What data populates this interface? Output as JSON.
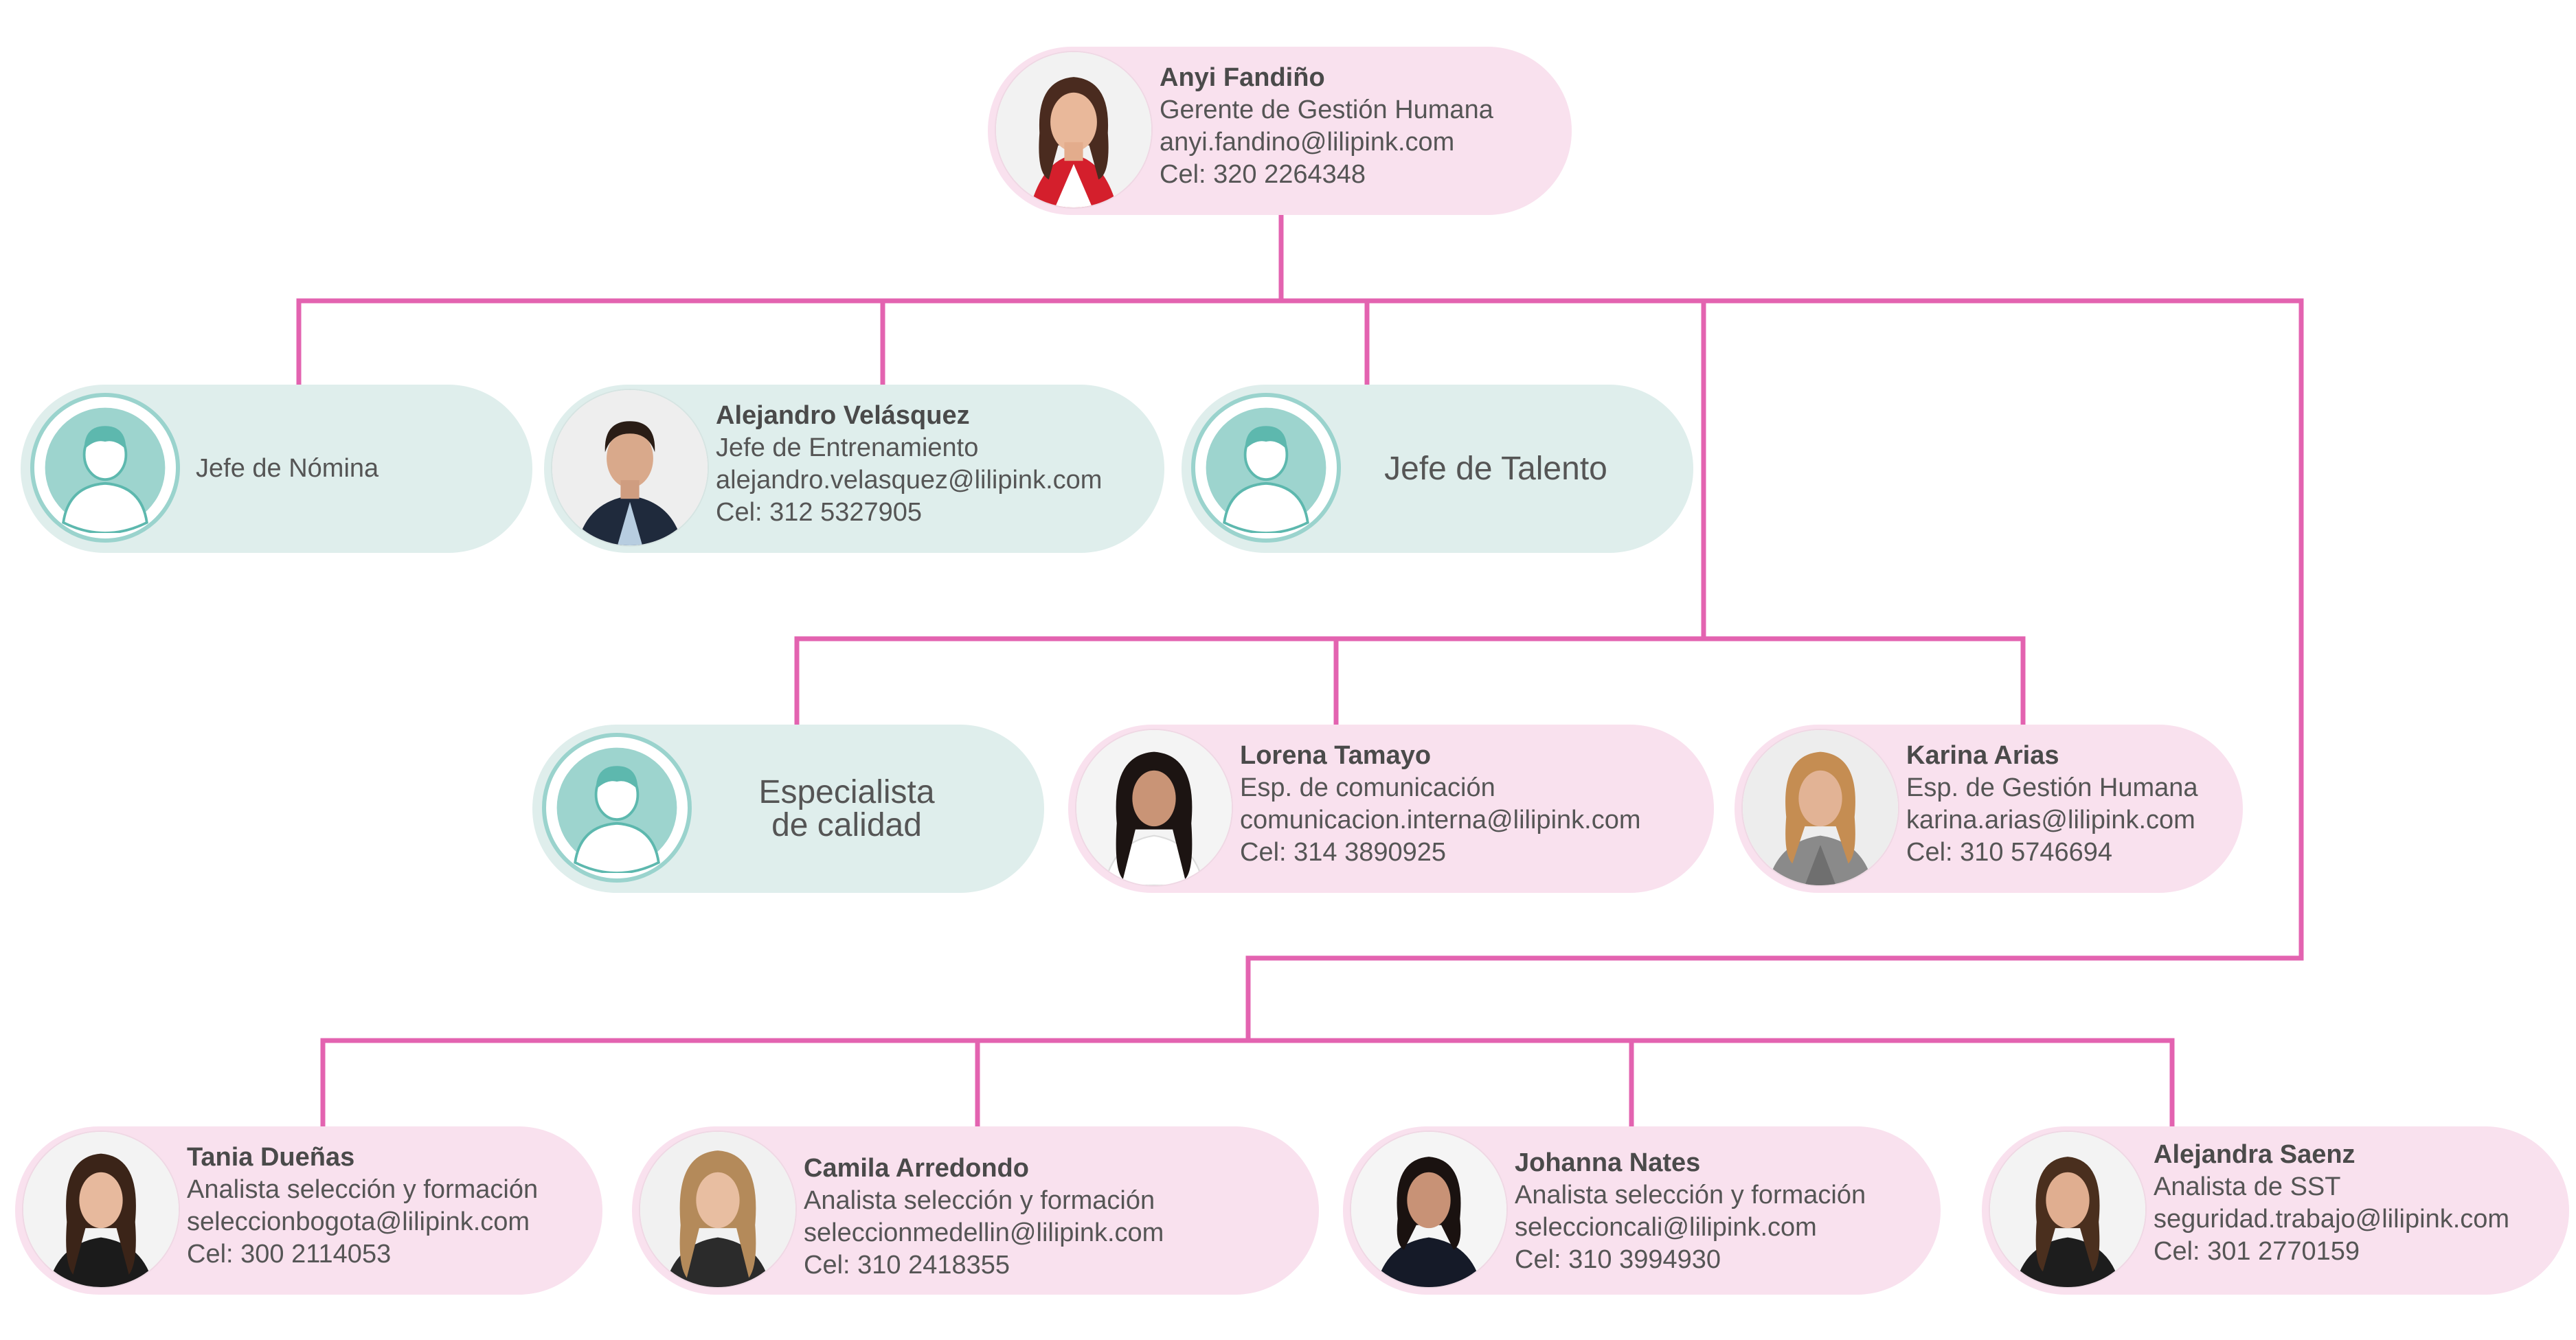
{
  "colors": {
    "connector": "#e363b0",
    "pink_card": "#f9e1ee",
    "teal_card": "#dfeeec",
    "placeholder": "#7fc5be"
  },
  "manager": {
    "name": "Anyi Fandiño",
    "role": "Gerente de Gestión Humana",
    "email": "anyi.fandino@lilipink.com",
    "phone": "Cel: 320 2264348"
  },
  "level1": {
    "nomina": {
      "label": "Jefe de Nómina"
    },
    "entrenamiento": {
      "name": "Alejandro Velásquez",
      "role": "Jefe de Entrenamiento",
      "email": "alejandro.velasquez@lilipink.com",
      "phone": "Cel: 312 5327905"
    },
    "talento": {
      "label": "Jefe de Talento"
    }
  },
  "level2": {
    "calidad": {
      "line1": "Especialista",
      "line2": "de calidad"
    },
    "lorena": {
      "name": "Lorena Tamayo",
      "role": "Esp. de comunicación",
      "email": "comunicacion.interna@lilipink.com",
      "phone": "Cel: 314 3890925"
    },
    "karina": {
      "name": "Karina Arias",
      "role": "Esp. de Gestión Humana",
      "email": "karina.arias@lilipink.com",
      "phone": "Cel: 310 5746694"
    }
  },
  "level3": {
    "tania": {
      "name": "Tania Dueñas",
      "role": "Analista selección y formación",
      "email": "seleccionbogota@lilipink.com",
      "phone": "Cel: 300 2114053"
    },
    "camila": {
      "name": "Camila Arredondo",
      "role": "Analista selección y formación",
      "email": "seleccionmedellin@lilipink.com",
      "phone": "Cel: 310 2418355"
    },
    "johanna": {
      "name": "Johanna Nates",
      "role": "Analista selección y formación",
      "email": "seleccioncali@lilipink.com",
      "phone": "Cel: 310 3994930"
    },
    "alejandra": {
      "name": "Alejandra Saenz",
      "role": "Analista de SST",
      "email": "seguridad.trabajo@lilipink.com",
      "phone": "Cel: 301 2770159"
    }
  }
}
